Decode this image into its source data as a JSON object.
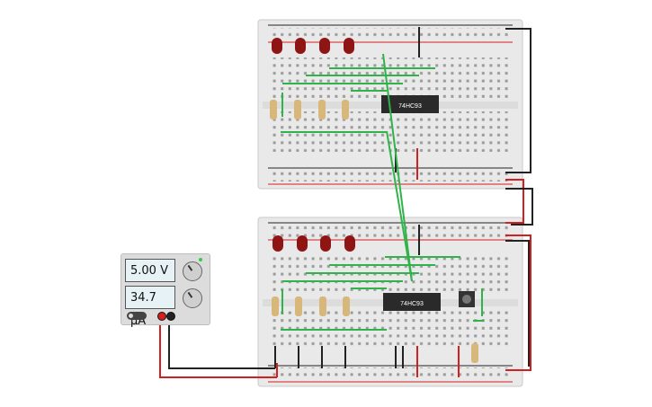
{
  "app": {
    "title": ""
  },
  "boards": [
    {
      "name": "breadboard-top",
      "chip_label": "74HC93"
    },
    {
      "name": "breadboard-bottom",
      "chip_label": "74HC93"
    }
  ],
  "power_supply": {
    "voltage_display": "5.00 V",
    "current_display": "34.7 µA"
  },
  "colors": {
    "board": "#e9e9e9",
    "wire_green": "#2fb34a",
    "wire_red": "#d21f1f",
    "wire_black": "#222222",
    "led": "#8f1515",
    "chip": "#2a2a2a"
  },
  "icons": [
    "led-icon",
    "resistor-icon",
    "chip-icon",
    "pushbutton-icon",
    "power-switch-icon",
    "knob-icon"
  ]
}
